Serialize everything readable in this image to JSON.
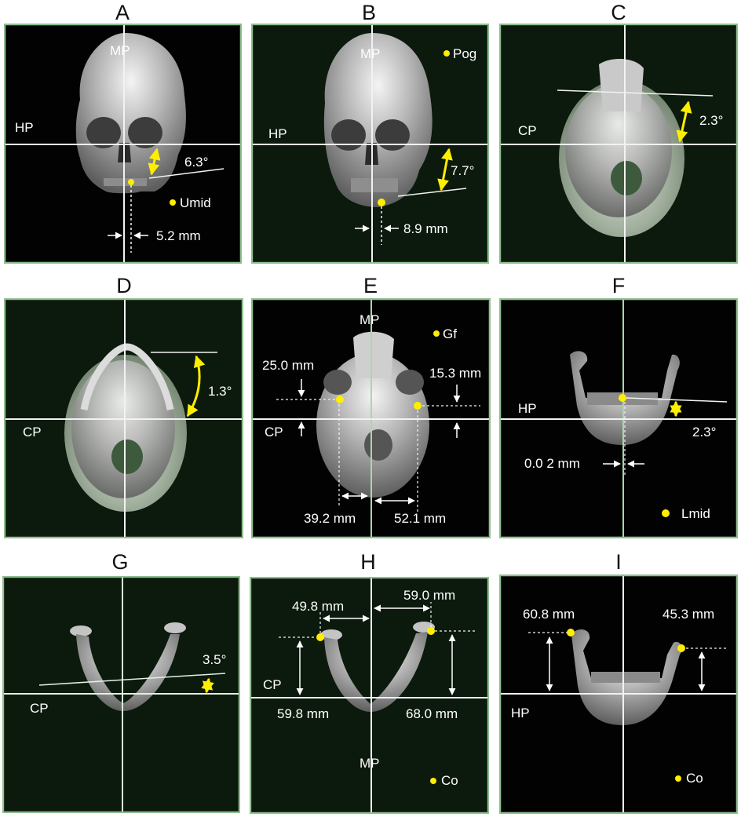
{
  "figure": {
    "panels": [
      {
        "id": "A",
        "title": "A",
        "view": "frontal skull",
        "planes": [
          "MP",
          "HP"
        ],
        "landmark": "Umid",
        "angle": "6.3°",
        "distances": [
          "5.2 mm"
        ]
      },
      {
        "id": "B",
        "title": "B",
        "view": "frontal skull",
        "planes": [
          "MP",
          "HP"
        ],
        "landmark": "Pog",
        "angle": "7.7°",
        "distances": [
          "8.9 mm"
        ]
      },
      {
        "id": "C",
        "title": "C",
        "view": "inferior skull (maxilla)",
        "planes": [
          "CP"
        ],
        "angle": "2.3°"
      },
      {
        "id": "D",
        "title": "D",
        "view": "inferior skull (mandible)",
        "planes": [
          "CP"
        ],
        "angle": "1.3°"
      },
      {
        "id": "E",
        "title": "E",
        "view": "inferior skull (glenoid fossa)",
        "planes": [
          "MP",
          "CP"
        ],
        "landmark": "Gf",
        "distances": [
          "25.0 mm",
          "15.3 mm",
          "39.2 mm",
          "52.1 mm"
        ]
      },
      {
        "id": "F",
        "title": "F",
        "view": "frontal mandible",
        "planes": [
          "HP"
        ],
        "landmark": "Lmid",
        "angle": "2.3°",
        "distances": [
          "0.0 2 mm"
        ]
      },
      {
        "id": "G",
        "title": "G",
        "view": "superior mandible",
        "planes": [
          "CP"
        ],
        "angle": "3.5°"
      },
      {
        "id": "H",
        "title": "H",
        "view": "superior mandible (condyles)",
        "planes": [
          "CP",
          "MP"
        ],
        "landmark": "Co",
        "distances": [
          "49.8 mm",
          "59.0 mm",
          "59.8 mm",
          "68.0 mm"
        ]
      },
      {
        "id": "I",
        "title": "I",
        "view": "frontal mandible (condyles)",
        "planes": [
          "HP"
        ],
        "landmark": "Co",
        "distances": [
          "60.8 mm",
          "45.3 mm"
        ]
      }
    ]
  },
  "A": {
    "title": "A",
    "mp": "MP",
    "hp": "HP",
    "angle": "6.3°",
    "legend": "Umid",
    "dist": "5.2 mm"
  },
  "B": {
    "title": "B",
    "mp": "MP",
    "hp": "HP",
    "angle": "7.7°",
    "legend": "Pog",
    "dist": "8.9 mm"
  },
  "C": {
    "title": "C",
    "cp": "CP",
    "angle": "2.3°"
  },
  "D": {
    "title": "D",
    "cp": "CP",
    "angle": "1.3°"
  },
  "E": {
    "title": "E",
    "mp": "MP",
    "cp": "CP",
    "legend": "Gf",
    "d_left_v": "25.0 mm",
    "d_right_v": "15.3 mm",
    "d_left_h": "39.2 mm",
    "d_right_h": "52.1 mm"
  },
  "F": {
    "title": "F",
    "hp": "HP",
    "angle": "2.3°",
    "dist": "0.0 2 mm",
    "legend": "Lmid"
  },
  "G": {
    "title": "G",
    "cp": "CP",
    "angle": "3.5°"
  },
  "H": {
    "title": "H",
    "cp": "CP",
    "mp": "MP",
    "d_left_h": "49.8 mm",
    "d_right_h": "59.0 mm",
    "d_left_v": "59.8 mm",
    "d_right_v": "68.0 mm",
    "legend": "Co"
  },
  "I": {
    "title": "I",
    "hp": "HP",
    "d_left_v": "60.8 mm",
    "d_right_v": "45.3 mm",
    "legend": "Co"
  },
  "colors": {
    "landmark": "#ffee00",
    "line": "#f2f2f2",
    "border": "#8fbf8f",
    "bg_black": "#020202",
    "bg_green": "#0c1a0d",
    "bone": "#b8b8b8"
  }
}
